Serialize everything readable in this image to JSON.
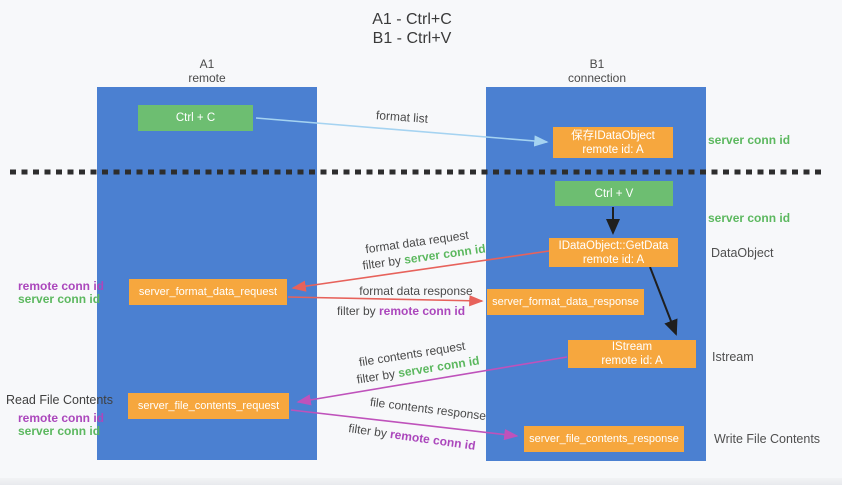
{
  "title": {
    "line1": "A1 - Ctrl+C",
    "line2": "B1 - Ctrl+V"
  },
  "columns": {
    "left": {
      "header_line1": "A1",
      "header_line2": "remote"
    },
    "right": {
      "header_line1": "B1",
      "header_line2": "connection"
    }
  },
  "nodes": {
    "ctrl_c": "Ctrl + C",
    "ctrl_v": "Ctrl + V",
    "save_dataobject_line1": "保存IDataObject",
    "save_dataobject_line2": "remote id: A",
    "getdata_line1": "IDataObject::GetData",
    "getdata_line2": "remote id: A",
    "istream_line1": "IStream",
    "istream_line2": "remote id: A",
    "server_format_data_request": "server_format_data_request",
    "server_format_data_response": "server_format_data_response",
    "server_file_contents_request": "server_file_contents_request",
    "server_file_contents_response": "server_file_contents_response"
  },
  "flow_labels": {
    "format_list": "format list",
    "format_data_request": "format data request",
    "format_data_response": "format data response",
    "file_contents_request": "file contents request",
    "file_contents_response": "file contents response",
    "filter_by": "filter by",
    "server_conn_id": "server conn id",
    "remote_conn_id": "remote conn id"
  },
  "side_labels": {
    "server_conn_id_top": "server conn id",
    "server_conn_id_mid": "server conn id",
    "dataobject": "DataObject",
    "istream": "Istream",
    "write_file_contents": "Write File Contents",
    "read_file_contents": "Read File Contents",
    "remote_conn_id_upper": "remote conn id",
    "server_conn_id_upper": "server conn id",
    "remote_conn_id_lower": "remote conn id",
    "server_conn_id_lower": "server conn id"
  },
  "colors": {
    "column_blue": "#4b80d1",
    "node_green": "#6dbe71",
    "node_orange": "#f6a73e",
    "accent_green": "#5cb85f",
    "accent_purple": "#ab47bc",
    "arrow_red": "#e7625b",
    "arrow_magenta": "#bf52bb",
    "arrow_light_blue": "#a5d3f1",
    "arrow_black": "#1f1f1f",
    "separator_black": "#2d2d2d"
  }
}
